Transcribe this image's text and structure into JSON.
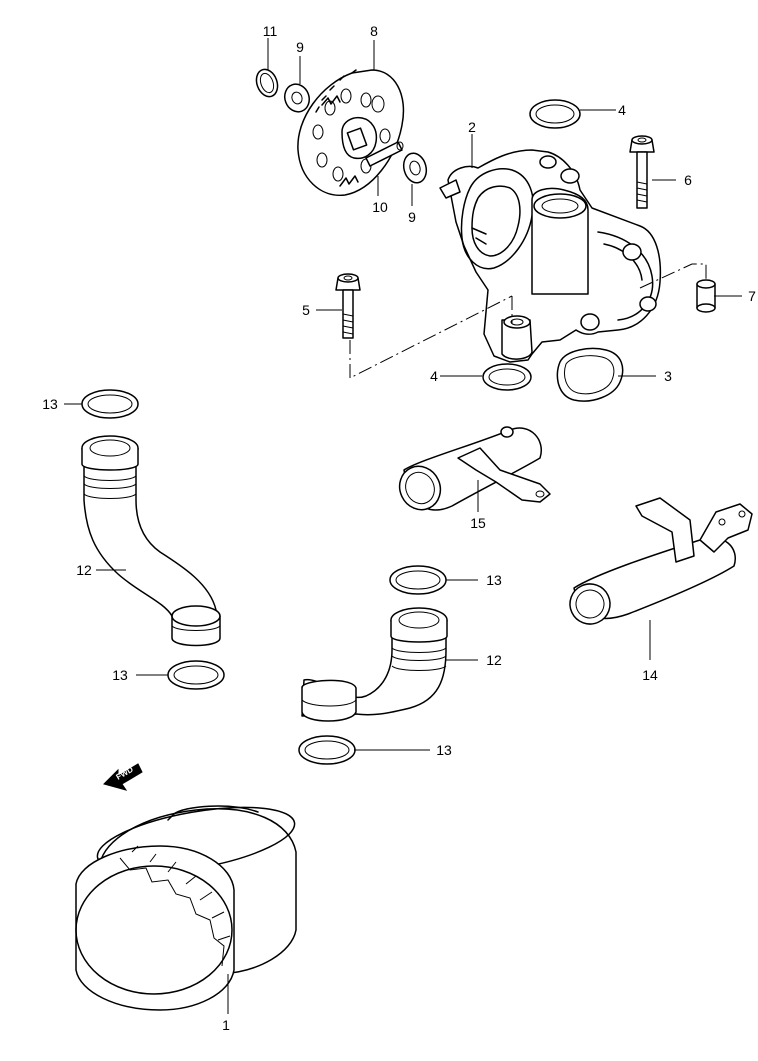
{
  "callouts": [
    "1",
    "2",
    "3",
    "4",
    "4",
    "5",
    "6",
    "7",
    "8",
    "9",
    "9",
    "10",
    "11",
    "12",
    "12",
    "13",
    "13",
    "13",
    "13",
    "14",
    "15"
  ],
  "fwd_label": "FWD"
}
